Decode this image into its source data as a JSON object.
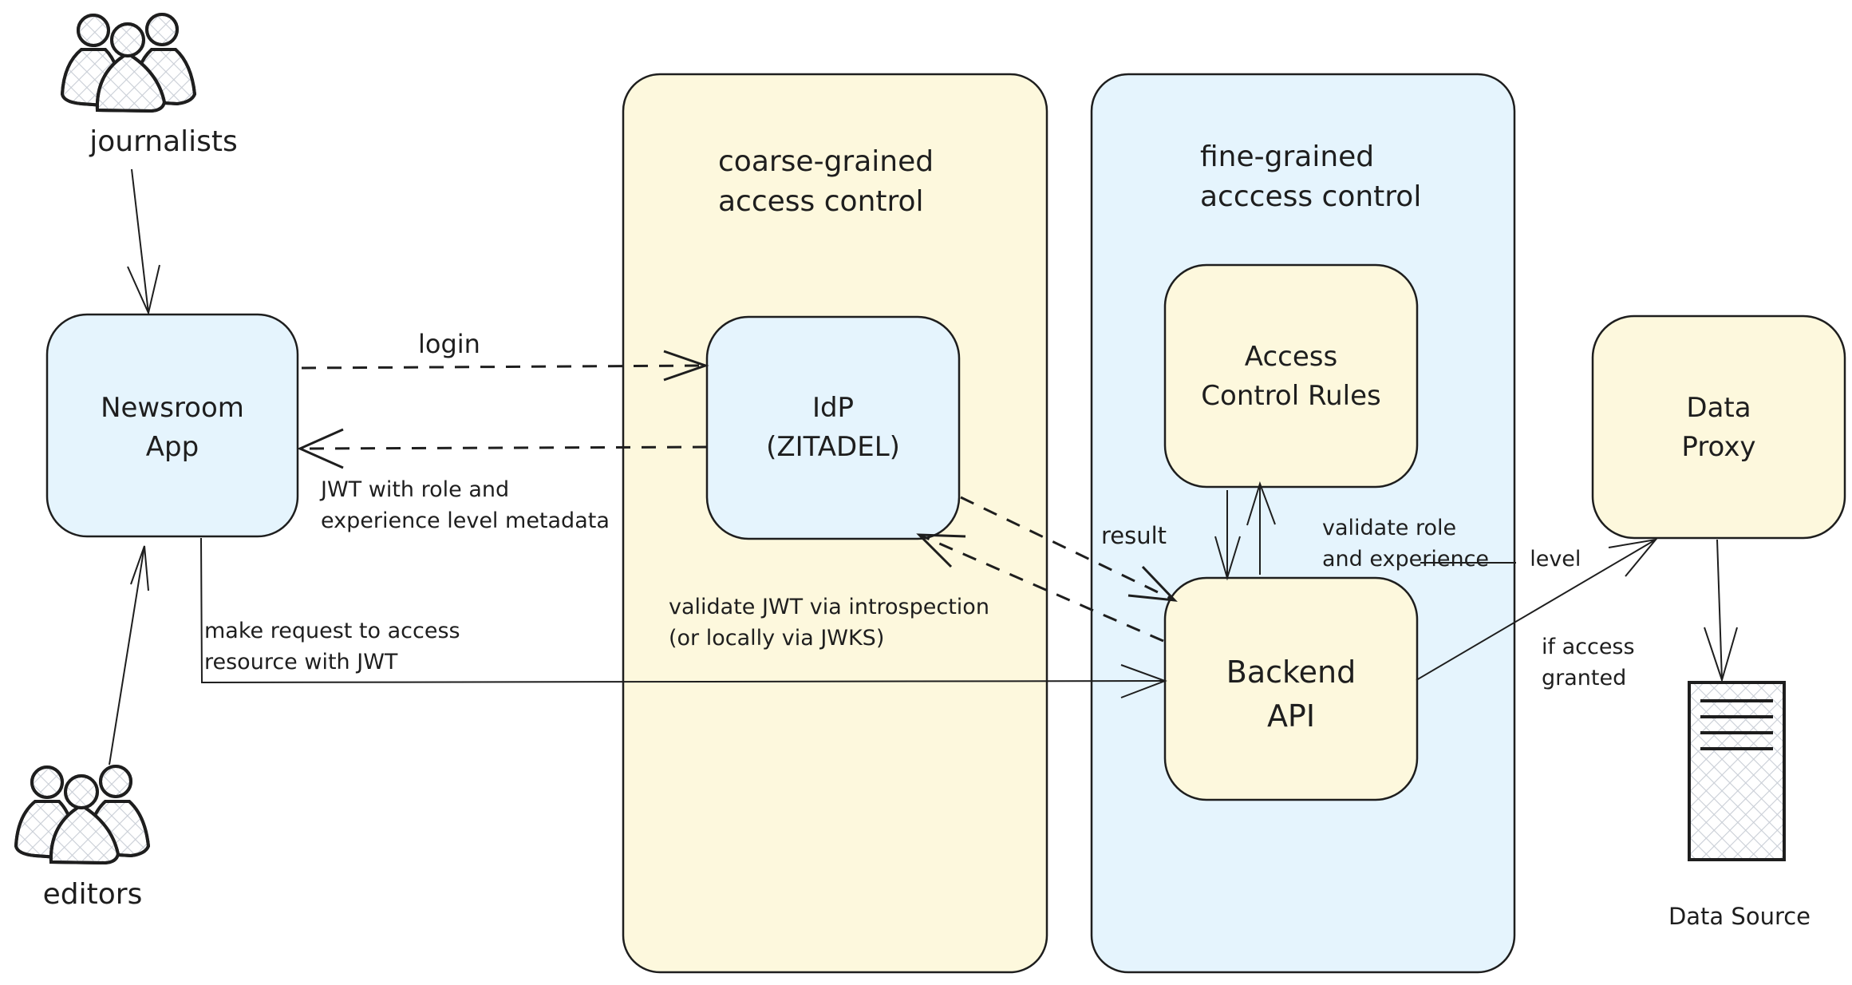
{
  "diagram": {
    "colors": {
      "blue_fill": "#e5f4fd",
      "yellow_fill": "#fdf8dd",
      "stroke": "#1e1e1e",
      "hatch": "#c9ced6"
    },
    "groups": [
      {
        "id": "coarse",
        "title_line1": "coarse-grained",
        "title_line2": "access control",
        "fill": "yellow"
      },
      {
        "id": "fine",
        "title_line1": "fine-grained",
        "title_line2": "acccess control",
        "fill": "blue"
      }
    ],
    "nodes": {
      "newsroom": {
        "line1": "Newsroom",
        "line2": "App",
        "fill": "blue"
      },
      "idp": {
        "line1": "IdP",
        "line2": "(ZITADEL)",
        "fill": "blue"
      },
      "rules": {
        "line1": "Access",
        "line2": "Control Rules",
        "fill": "yellow"
      },
      "backend": {
        "line1": "Backend",
        "line2": "API",
        "fill": "yellow"
      },
      "proxy": {
        "line1": "Data",
        "line2": "Proxy",
        "fill": "yellow"
      }
    },
    "actors": {
      "journalists": {
        "label": "journalists",
        "icon": "users-group-icon"
      },
      "editors": {
        "label": "editors",
        "icon": "users-group-icon"
      }
    },
    "datasource": {
      "label": "Data Source",
      "icon": "server-icon"
    },
    "edges": [
      {
        "id": "journalists-to-newsroom",
        "from": "journalists",
        "to": "newsroom",
        "style": "solid",
        "label": ""
      },
      {
        "id": "editors-to-newsroom",
        "from": "editors",
        "to": "newsroom",
        "style": "solid",
        "label": ""
      },
      {
        "id": "login",
        "from": "newsroom",
        "to": "idp",
        "style": "dashed",
        "label": "login"
      },
      {
        "id": "jwt-return",
        "from": "idp",
        "to": "newsroom",
        "style": "dashed",
        "label_line1": "JWT with role and",
        "label_line2": "experience level metadata"
      },
      {
        "id": "request",
        "from": "newsroom",
        "to": "backend",
        "style": "solid",
        "label_line1": "make request to access",
        "label_line2": "resource with JWT"
      },
      {
        "id": "validate-jwt",
        "from": "backend",
        "to": "idp",
        "style": "dashed",
        "label_line1": "validate JWT via introspection",
        "label_line2": "(or locally via JWKS)"
      },
      {
        "id": "result",
        "from": "idp",
        "to": "backend",
        "style": "dashed",
        "label": "result"
      },
      {
        "id": "rules-to-backend",
        "from": "rules",
        "to": "backend",
        "style": "solid",
        "label": ""
      },
      {
        "id": "validate-role",
        "from": "backend",
        "to": "rules",
        "style": "solid",
        "label_line1": "validate role",
        "label_line2_a": "and experience",
        "label_line2_b": "level"
      },
      {
        "id": "backend-to-proxy",
        "from": "backend",
        "to": "proxy",
        "style": "solid",
        "label_line1": "if access",
        "label_line2": "granted"
      },
      {
        "id": "proxy-to-source",
        "from": "proxy",
        "to": "datasource",
        "style": "solid",
        "label": ""
      }
    ]
  }
}
